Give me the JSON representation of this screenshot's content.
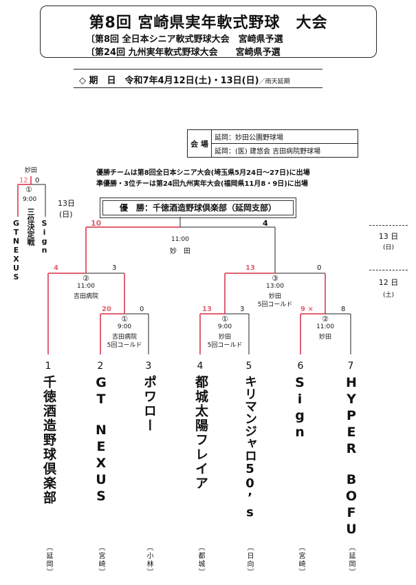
{
  "title": {
    "main": "第8回 宮崎県実年軟式野球　大会",
    "sub1": "〔第8回 全日本シニア軟式野球大会　宮崎県予選",
    "sub2": "〔第24回 九州実年軟式野球大会　　宮崎県予選"
  },
  "date": {
    "text": "◇ 期　日　令和7年4月12日(土)・13日(日)",
    "note": "／雨天延期"
  },
  "venues": {
    "header": "会 場",
    "v1": "延岡：妙田公園野球場",
    "v2": "延岡：(医) 建悠会 吉田病院野球場"
  },
  "notes": {
    "line1": "優勝チームは第8回全日本シニア大会(埼玉県5月24日～27日)に出場",
    "line2": "準優勝・3位チーは第24回九州実年大会(福岡県11月8・9日)に出場"
  },
  "champion": "優　勝：千徳酒造野球倶楽部（延岡支部）",
  "day_labels": {
    "d13": "13 日",
    "d13w": "(日)",
    "d12": "12 日",
    "d12w": "(土)"
  },
  "third_place": {
    "venue": "妙田",
    "score_left": "12",
    "score_right": "0",
    "game_no": "①",
    "time": "9:00",
    "label": "三位決定戦",
    "day": "13日",
    "weekday": "(日)",
    "team_left": "GTNEXUS",
    "team_right": "Sign"
  },
  "final": {
    "score_left": "10",
    "score_right": "4",
    "time": "11:00",
    "venue": "妙　田"
  },
  "semi_left": {
    "score_left": "4",
    "score_right": "3",
    "game_no": "②",
    "time": "11:00",
    "venue": "吉田病院"
  },
  "semi_right": {
    "score_left": "13",
    "score_right": "0",
    "game_no": "③",
    "time": "13:00",
    "venue": "妙田",
    "note": "5回コールド"
  },
  "r1_a": {
    "score_left": "20",
    "score_right": "0",
    "game_no": "①",
    "time": "9:00",
    "venue": "吉田病院",
    "note": "5回コールド"
  },
  "r1_b": {
    "score_left": "13",
    "score_right": "3",
    "game_no": "①",
    "time": "9:00",
    "venue": "妙田",
    "note": "5回コールド"
  },
  "r1_c": {
    "score_left": "9 ×",
    "score_right": "8",
    "game_no": "②",
    "time": "11:00",
    "venue": "妙田"
  },
  "teams": [
    {
      "num": "1",
      "name": "千徳酒造野球倶楽部",
      "area": "〔延岡〕"
    },
    {
      "num": "2",
      "name": "GT　NEXUS",
      "area": "〔宮崎〕"
    },
    {
      "num": "3",
      "name": "ポワロー",
      "area": "〔小林〕"
    },
    {
      "num": "4",
      "name": "都城太陽フレイア",
      "area": "〔都城〕"
    },
    {
      "num": "5",
      "name": "キリマンジャロ50’s",
      "area": "〔日向〕"
    },
    {
      "num": "6",
      "name": "Sign",
      "area": "〔宮崎〕"
    },
    {
      "num": "7",
      "name": "HYPER　BOFU",
      "area": "〔延岡〕"
    }
  ],
  "colors": {
    "win_line": "#e06070",
    "line": "#222222"
  }
}
